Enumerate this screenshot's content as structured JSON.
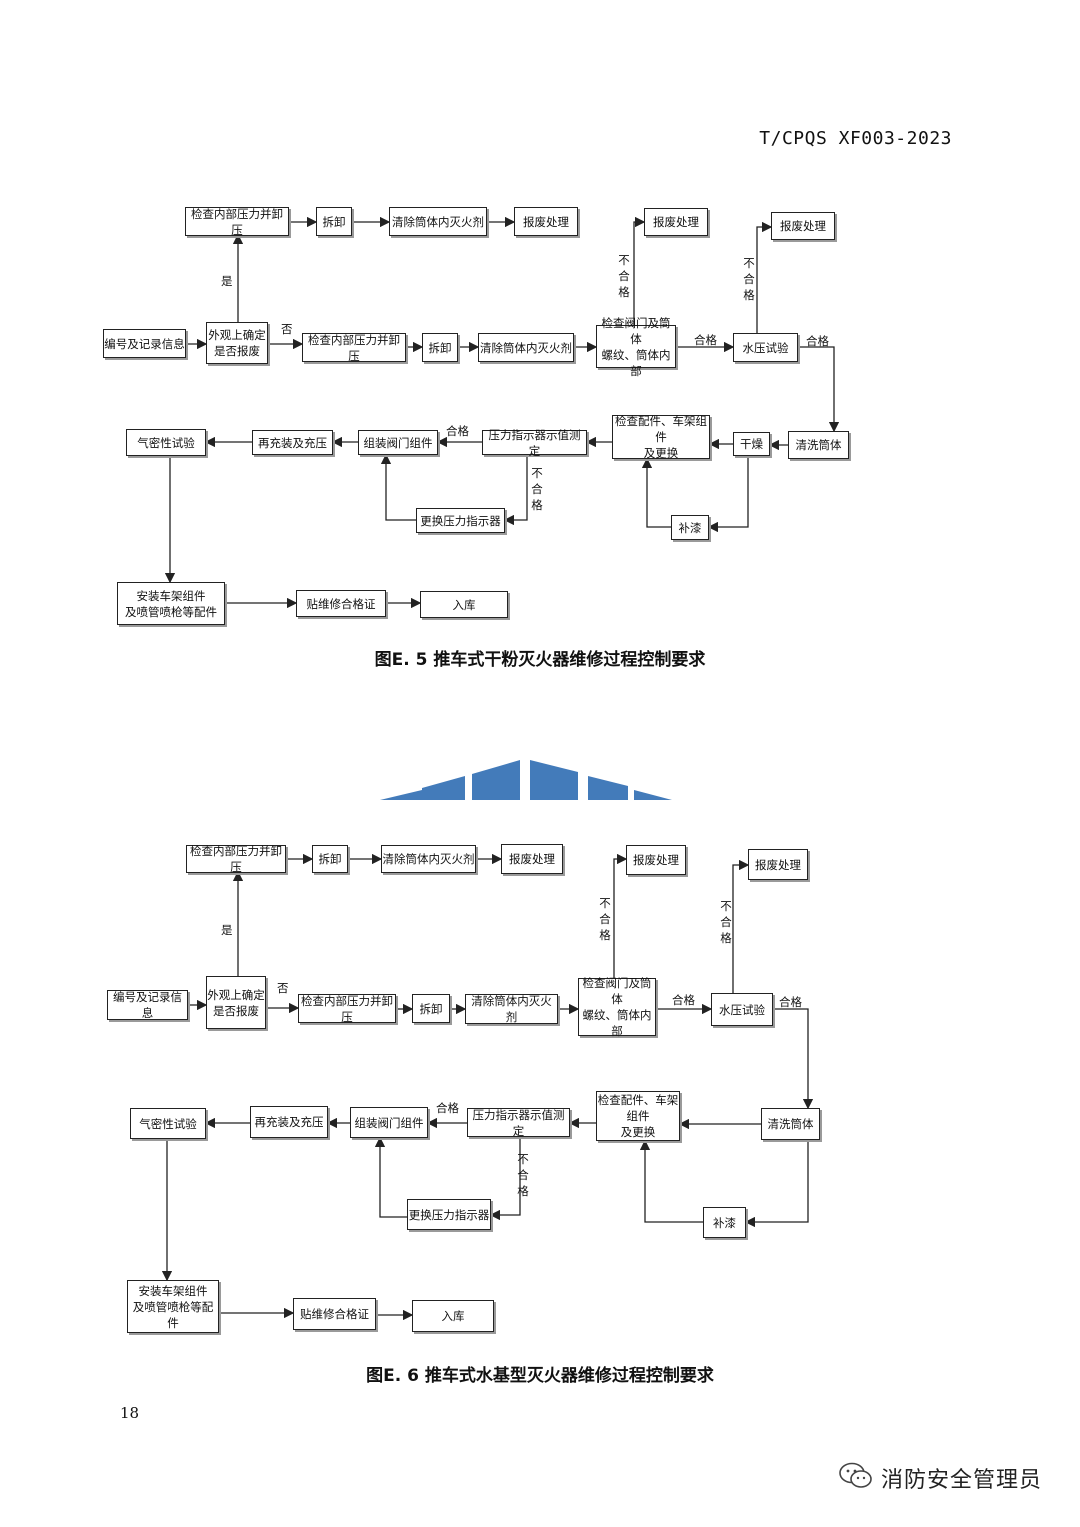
{
  "header": {
    "standard_code": "T/CPQS XF003-2023"
  },
  "figure1": {
    "caption": "图E. 5 推车式干粉灭火器维修过程控制要求",
    "boxes": {
      "check_pressure_top": "检查内部压力并卸压",
      "disassemble_top": "拆卸",
      "clear_agent_top": "清除筒体内灭火剂",
      "scrap_top": "报废处理",
      "record": "编号及记录信息",
      "appearance": "外观上确定\n是否报废",
      "check_pressure_mid": "检查内部压力并卸压",
      "disassemble_mid": "拆卸",
      "clear_agent_mid": "清除筒体内灭火剂",
      "check_valve": "检查阀门及筒体\n螺纹、筒体内部",
      "scrap_valve": "报废处理",
      "hydro_test": "水压试验",
      "scrap_hydro": "报废处理",
      "clean_body": "清洗筒体",
      "dry": "干燥",
      "check_parts": "检查配件、车架组件\n及更换",
      "repaint": "补漆",
      "gauge_check": "压力指示器示值测定",
      "replace_gauge": "更换压力指示器",
      "assemble_valve": "组装阀门组件",
      "refill": "再充装及充压",
      "airtight": "气密性试验",
      "install_frame": "安装车架组件\n及喷管喷枪等配件",
      "label": "贴维修合格证",
      "storage": "入库"
    },
    "labels": {
      "yes": "是",
      "no": "否",
      "fail_valve": "不\n合\n格",
      "fail_hydro": "不\n合\n格",
      "pass_valve": "合格",
      "pass_hydro": "合格",
      "pass_gauge": "合格",
      "fail_gauge": "不\n合\n格"
    }
  },
  "figure2": {
    "caption": "图E. 6 推车式水基型灭火器维修过程控制要求",
    "boxes": {
      "check_pressure_top": "检查内部压力并卸压",
      "disassemble_top": "拆卸",
      "clear_agent_top": "清除筒体内灭火剂",
      "scrap_top": "报废处理",
      "record": "编号及记录信息",
      "appearance": "外观上确定\n是否报废",
      "check_pressure_mid": "检查内部压力并卸压",
      "disassemble_mid": "拆卸",
      "clear_agent_mid": "清除筒体内灭火剂",
      "check_valve": "检查阀门及筒体\n螺纹、筒体内部",
      "scrap_valve": "报废处理",
      "hydro_test": "水压试验",
      "scrap_hydro": "报废处理",
      "clean_body": "清洗筒体",
      "check_parts": "检查配件、车架组件\n及更换",
      "repaint": "补漆",
      "gauge_check": "压力指示器示值测定",
      "replace_gauge": "更换压力指示器",
      "assemble_valve": "组装阀门组件",
      "refill": "再充装及充压",
      "airtight": "气密性试验",
      "install_frame": "安装车架组件\n及喷管喷枪等配件",
      "label": "贴维修合格证",
      "storage": "入库"
    },
    "labels": {
      "yes": "是",
      "no": "否",
      "fail_valve": "不\n合\n格",
      "fail_hydro": "不\n合\n格",
      "pass_valve": "合格",
      "pass_hydro": "合格",
      "pass_gauge": "合格",
      "fail_gauge": "不\n合\n格"
    }
  },
  "footer": {
    "page_number": "18",
    "watermark_text": "消防安全管理员",
    "watermark_icon": "wechat-icon"
  },
  "colors": {
    "watermark_blue": "#2f6db3"
  }
}
